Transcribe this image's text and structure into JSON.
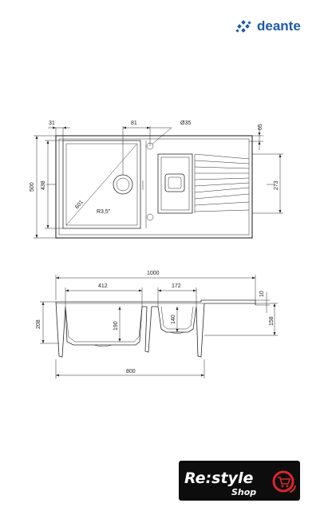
{
  "brand": {
    "name": "deante",
    "color": "#1b5aa6"
  },
  "top_view": {
    "dims": {
      "left_offset": "31",
      "drain_offset": "81",
      "tap_hole": "Ø35",
      "edge_height": "65",
      "total_height": "500",
      "inner_height": "438",
      "diagonal": "601",
      "corner_radius": "R3,5\"",
      "small_bowl_height": "273"
    }
  },
  "side_view": {
    "dims": {
      "total_length": "1000",
      "big_bowl_width": "412",
      "small_bowl_width": "172",
      "rim": "10",
      "depth": "208",
      "big_bowl_depth": "190",
      "small_bowl_depth": "140",
      "right_depth": "158",
      "cabinet": "800"
    }
  },
  "footer_logo": {
    "line1": "Re:style",
    "line2": "Shop",
    "colors": {
      "bg": "#0d0d0d",
      "text": "#ffffff",
      "accent": "#d9262d"
    }
  }
}
